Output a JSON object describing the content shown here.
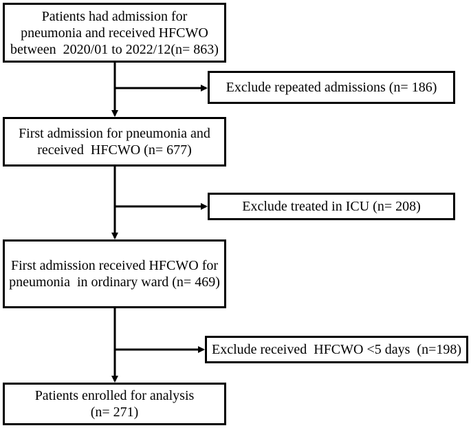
{
  "flowchart": {
    "start_box": {
      "text": "Patients had admission for\npneumonia and received HFCWO\nbetween  2020/01 to 2022/12(n= 863)"
    },
    "exclusion_1": {
      "text": "Exclude repeated admissions (n= 186)"
    },
    "first_admission_box": {
      "text": "First admission for pneumonia and\nreceived  HFCWO (n= 677)"
    },
    "exclusion_2": {
      "text": "Exclude treated in ICU (n= 208)"
    },
    "ordinary_ward_box": {
      "text": "First admission received HFCWO for\npneumonia  in ordinary ward (n= 469)"
    },
    "exclusion_3": {
      "text": "Exclude received  HFCWO <5 days  (n=198)"
    },
    "final_box": {
      "text": "Patients enrolled for analysis\n(n= 271)"
    }
  },
  "colors": {
    "stroke": "#000000",
    "background": "#ffffff"
  }
}
